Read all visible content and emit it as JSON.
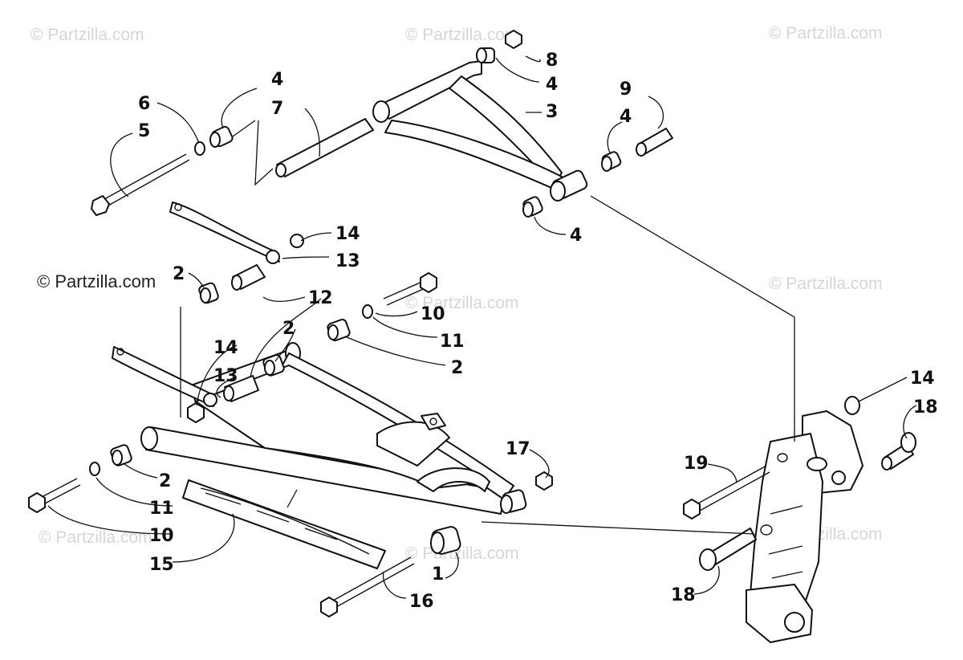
{
  "watermarks": {
    "main": "© Partzilla.com",
    "faint": "© Partzilla.com"
  },
  "callouts": {
    "c1": "1",
    "c2a": "2",
    "c2b": "2",
    "c2c": "2",
    "c2d": "2",
    "c3": "3",
    "c4a": "4",
    "c4b": "4",
    "c4c": "4",
    "c4d": "4",
    "c5": "5",
    "c6": "6",
    "c7": "7",
    "c8": "8",
    "c9": "9",
    "c10a": "10",
    "c10b": "10",
    "c11a": "11",
    "c11b": "11",
    "c12": "12",
    "c13a": "13",
    "c13b": "13",
    "c14a": "14",
    "c14b": "14",
    "c14c": "14",
    "c15": "15",
    "c16": "16",
    "c17": "17",
    "c18a": "18",
    "c18b": "18",
    "c19": "19"
  },
  "colors": {
    "line": "#111111",
    "background": "#ffffff",
    "watermark": "#d6d6d6"
  }
}
